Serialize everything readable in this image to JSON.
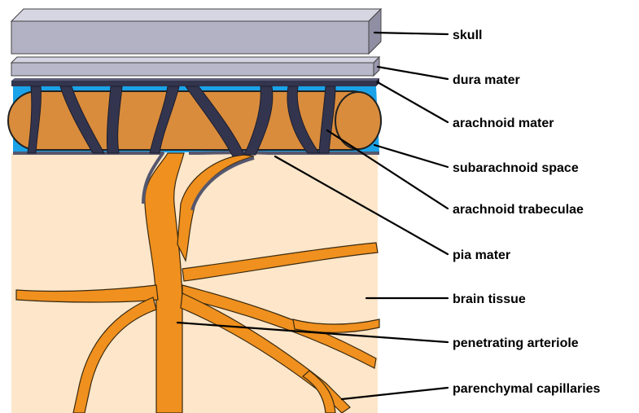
{
  "labels": {
    "skull": "skull",
    "dura_mater": "dura mater",
    "arachnoid_mater": "arachnoid mater",
    "subarachnoid_space": "subarachnoid space",
    "arachnoid_trabeculae": "arachnoid trabeculae",
    "pia_mater": "pia mater",
    "brain_tissue": "brain tissue",
    "penetrating_arteriole": "penetrating arteriole",
    "parenchymal_capillaries": "parenchymal capillaries"
  },
  "colors": {
    "skull": "#b3b2c4",
    "dura": "#b8b8ca",
    "arachnoid_dark": "#33354f",
    "csf_blue": "#1aa3e8",
    "vessel_brown": "#d98c3c",
    "artery_orange": "#f0901e",
    "brain_tissue": "#fde6c9",
    "pia": "#55576e"
  }
}
